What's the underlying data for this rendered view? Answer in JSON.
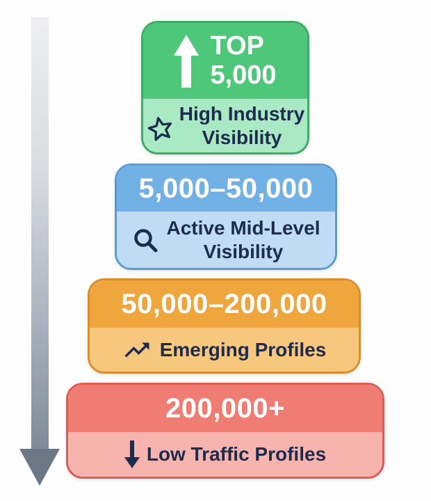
{
  "page": {
    "background_color": "#fefefe",
    "text_color_dark": "#1d2b4e",
    "text_color_light": "#ffffff"
  },
  "descending_arrow": {
    "icon": "down-arrow-gradient-icon",
    "color_top": "#edeff2",
    "color_bottom": "#6b7785"
  },
  "tiers": [
    {
      "id": "top-5000",
      "range_line1": "TOP",
      "range_line2": "5,000",
      "range": "TOP 5,000",
      "label_line1": "High Industry",
      "label_line2": "Visibility",
      "label": "High Industry Visibility",
      "main_icon": "up-arrow-icon",
      "label_icon": "star-icon",
      "colors": {
        "main": "#4ec77b",
        "light": "#a9e9c3",
        "border": "#3bab65"
      }
    },
    {
      "id": "mid-level",
      "range": "5,000–50,000",
      "label_line1": "Active Mid-Level",
      "label_line2": "Visibility",
      "label": "Active Mid-Level Visibility",
      "label_icon": "search-icon",
      "colors": {
        "main": "#72b1e5",
        "light": "#bfdcf4",
        "border": "#5c9bd2"
      }
    },
    {
      "id": "emerging",
      "range": "50,000–200,000",
      "label": "Emerging Profiles",
      "label_icon": "trending-up-icon",
      "colors": {
        "main": "#efa63d",
        "light": "#f6c77d",
        "border": "#d98e2d"
      }
    },
    {
      "id": "low-traffic",
      "range": "200,000+",
      "label": "Low Traffic Profiles",
      "label_icon": "down-arrow-icon",
      "colors": {
        "main": "#f07d73",
        "light": "#f7b3ad",
        "border": "#e05a51"
      }
    }
  ]
}
